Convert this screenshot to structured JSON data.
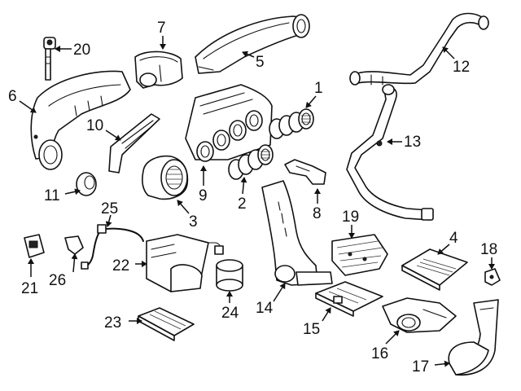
{
  "diagram": {
    "callouts": [
      {
        "id": "c1",
        "label": "1"
      },
      {
        "id": "c2",
        "label": "2"
      },
      {
        "id": "c3",
        "label": "3"
      },
      {
        "id": "c4",
        "label": "4"
      },
      {
        "id": "c5",
        "label": "5"
      },
      {
        "id": "c6",
        "label": "6"
      },
      {
        "id": "c7",
        "label": "7"
      },
      {
        "id": "c8",
        "label": "8"
      },
      {
        "id": "c9",
        "label": "9"
      },
      {
        "id": "c10",
        "label": "10"
      },
      {
        "id": "c11",
        "label": "11"
      },
      {
        "id": "c12",
        "label": "12"
      },
      {
        "id": "c13",
        "label": "13"
      },
      {
        "id": "c14",
        "label": "14"
      },
      {
        "id": "c15",
        "label": "15"
      },
      {
        "id": "c16",
        "label": "16"
      },
      {
        "id": "c17",
        "label": "17"
      },
      {
        "id": "c18",
        "label": "18"
      },
      {
        "id": "c19",
        "label": "19"
      },
      {
        "id": "c20",
        "label": "20"
      },
      {
        "id": "c21",
        "label": "21"
      },
      {
        "id": "c22",
        "label": "22"
      },
      {
        "id": "c23",
        "label": "23"
      },
      {
        "id": "c24",
        "label": "24"
      },
      {
        "id": "c25",
        "label": "25"
      },
      {
        "id": "c26",
        "label": "26"
      }
    ],
    "colors": {
      "ink": "#111111",
      "paper": "#ffffff"
    }
  }
}
